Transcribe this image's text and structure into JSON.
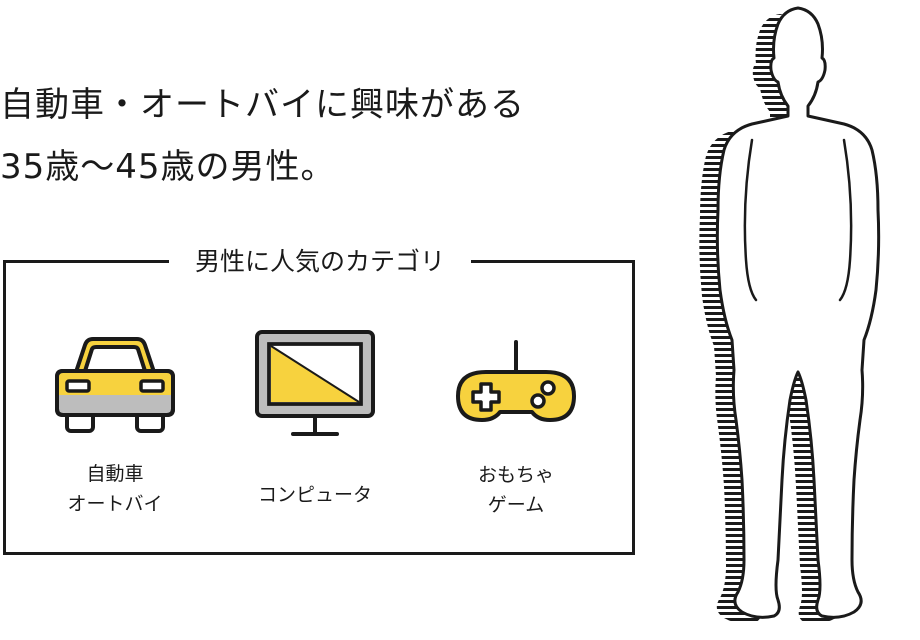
{
  "headline": {
    "line1": "自動車・オートバイに興味がある",
    "line2": "35歳～45歳の男性。"
  },
  "category_box": {
    "title": "男性に人気のカテゴリ",
    "items": [
      {
        "icon": "car-icon",
        "line1": "自動車",
        "line2": "オートバイ"
      },
      {
        "icon": "monitor-icon",
        "line1": "コンピュータ",
        "line2": ""
      },
      {
        "icon": "gamepad-icon",
        "line1": "おもちゃ",
        "line2": "ゲーム"
      }
    ]
  },
  "figure": {
    "icon": "man-silhouette-icon"
  },
  "colors": {
    "accent": "#f7d23e",
    "gray": "#bdbdbd",
    "ink": "#1a1a1a"
  }
}
